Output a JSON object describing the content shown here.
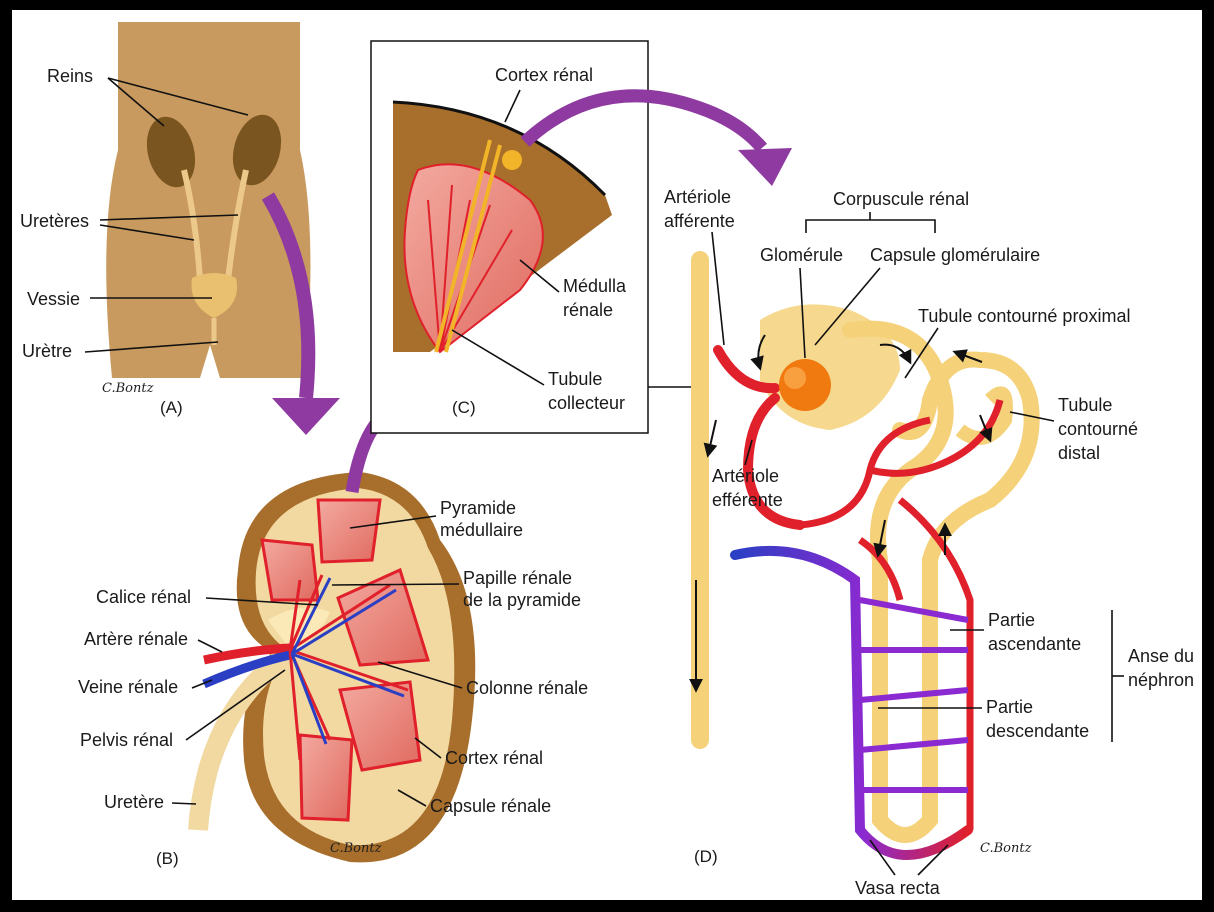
{
  "colors": {
    "frame": "#000000",
    "background": "#ffffff",
    "body_skin": "#c99a5f",
    "kidney_brown": "#7a5520",
    "capsule": "#a86e2b",
    "cortex": "#f2d9a2",
    "pyramid": "#e8857a",
    "artery": "#e0202a",
    "vein": "#2a3fc4",
    "tubule": "#f5d27a",
    "glomerulus": "#f07a10",
    "arrow_purple": "#8e3aa0"
  },
  "panels": {
    "a": {
      "tag": "(A)",
      "labels": {
        "kidneys": "Reins",
        "ureters": "Uretères",
        "bladder": "Vessie",
        "urethra": "Urètre"
      }
    },
    "b": {
      "tag": "(B)",
      "labels": {
        "pyramid": "Pyramide",
        "pyramid2": "médullaire",
        "calyx": "Calice rénal",
        "papilla": "Papille rénale",
        "papilla2": "de la pyramide",
        "artery": "Artère rénale",
        "column": "Colonne rénale",
        "vein": "Veine rénale",
        "pelvis": "Pelvis rénal",
        "cortex": "Cortex rénal",
        "ureter": "Uretère",
        "capsule": "Capsule rénale"
      }
    },
    "c": {
      "tag": "(C)",
      "labels": {
        "cortex": "Cortex rénal",
        "medulla": "Médulla",
        "medulla2": "rénale",
        "collecting": "Tubule",
        "collecting2": "collecteur"
      }
    },
    "d": {
      "tag": "(D)",
      "labels": {
        "afferent": "Artériole",
        "afferent2": "afférente",
        "corpuscle": "Corpuscule rénal",
        "glomerulus": "Glomérule",
        "capsule": "Capsule glomérulaire",
        "proximal": "Tubule contourné proximal",
        "distal": "Tubule",
        "distal2": "contourné",
        "distal3": "distal",
        "efferent": "Artériole",
        "efferent2": "efférente",
        "ascending": "Partie",
        "ascending2": "ascendante",
        "loop": "Anse du",
        "loop2": "néphron",
        "descending": "Partie",
        "descending2": "descendante",
        "vasa": "Vasa recta"
      }
    }
  },
  "signature": "C.Bontz"
}
